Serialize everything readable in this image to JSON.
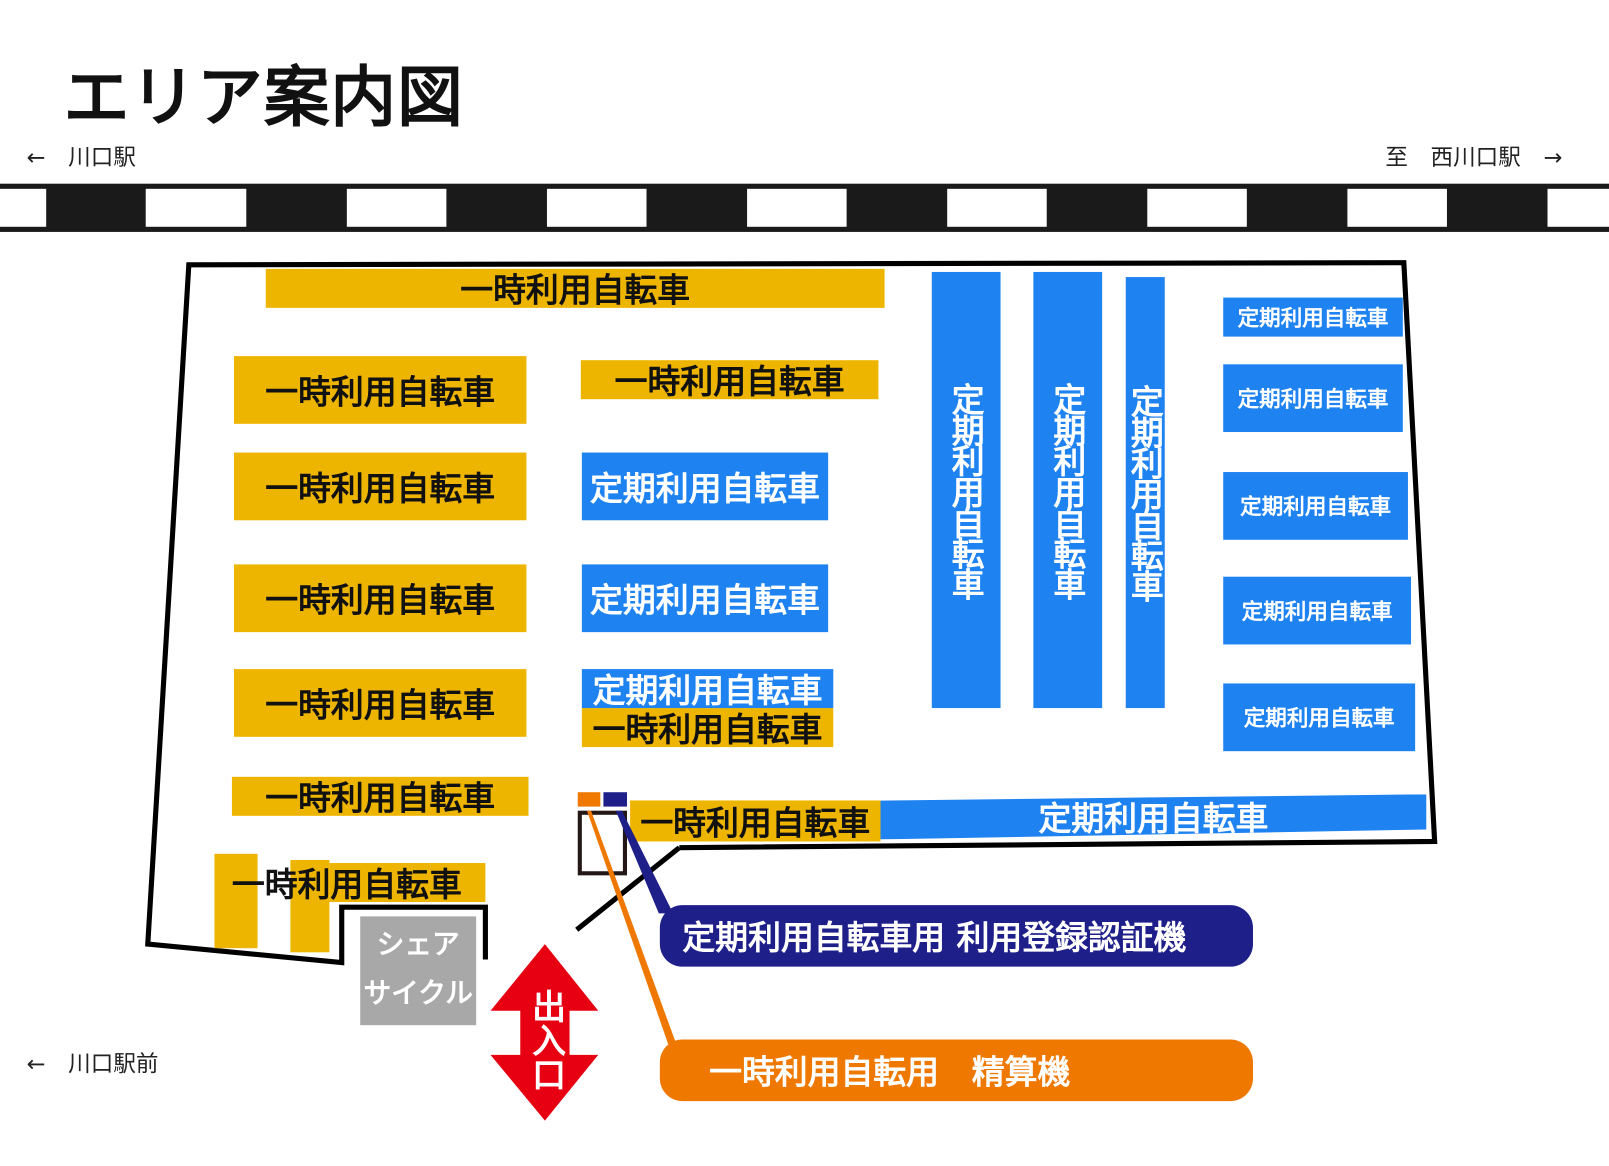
{
  "title": "エリア案内図",
  "directions": {
    "top_left": "←　川口駅",
    "top_right": "至　西川口駅　→",
    "bottom_left": "←　川口駅前"
  },
  "zones": {
    "temporary": "一時利用自転車",
    "regular": "定期利用自転車"
  },
  "share_cycle": {
    "line1": "シェア",
    "line2": "サイクル"
  },
  "entrance": "出入口",
  "machines": {
    "regular_label": "定期利用自転車用 利用登録認証機",
    "temporary_label": "一時利用自転用　精算機"
  },
  "colors": {
    "temporary": "#EEB500",
    "regular": "#1E82F0",
    "regular_machine": "#1F1F8A",
    "temporary_machine": "#EE7800",
    "entrance": "#E60012",
    "share_cycle": "#A8A8A8"
  }
}
